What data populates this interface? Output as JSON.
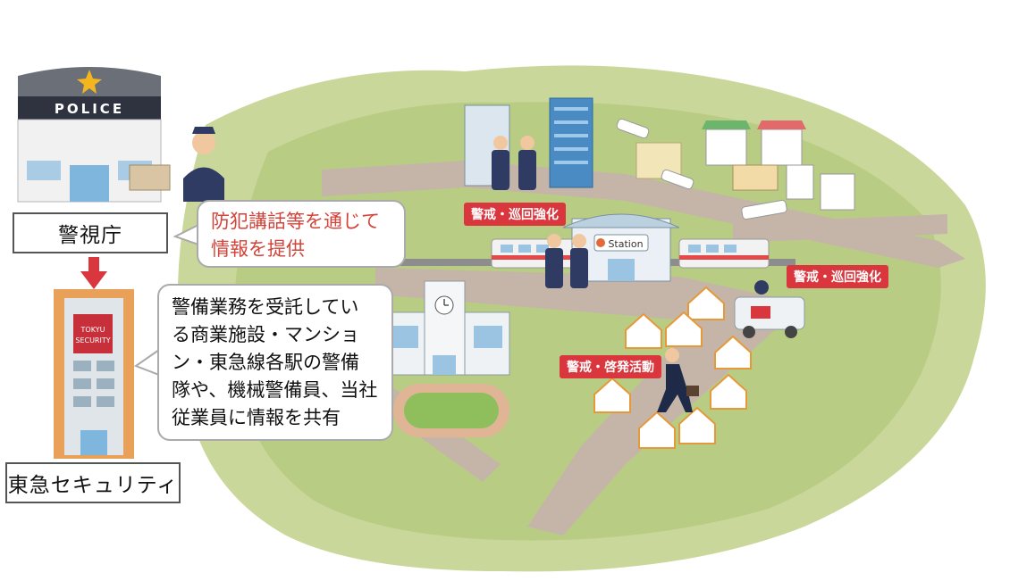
{
  "police": {
    "sign": "POLICE",
    "label": "警視庁"
  },
  "security_company": {
    "building_sign_line1": "TOKYU",
    "building_sign_line2": "SECURITY",
    "label": "東急セキュリティ"
  },
  "bubbles": {
    "police_info": [
      "防犯講話等を通じて",
      "情報を提供"
    ],
    "security_info": [
      "警備業務を受託してい",
      "る商業施設・マンショ",
      "ン・東急線各駅の警備",
      "隊や、機械警備員、当社",
      "従業員に情報を共有"
    ]
  },
  "station": {
    "sign": "Station"
  },
  "tags": {
    "patrol_top": "警戒・巡回強化",
    "patrol_right": "警戒・巡回強化",
    "awareness": "警戒・啓発活動"
  },
  "colors": {
    "accent_red": "#d9363e",
    "bubble_red_text": "#d2433a",
    "land": "#c9d89a",
    "road": "#c4b5a8",
    "security_building": "#e9a15a"
  }
}
